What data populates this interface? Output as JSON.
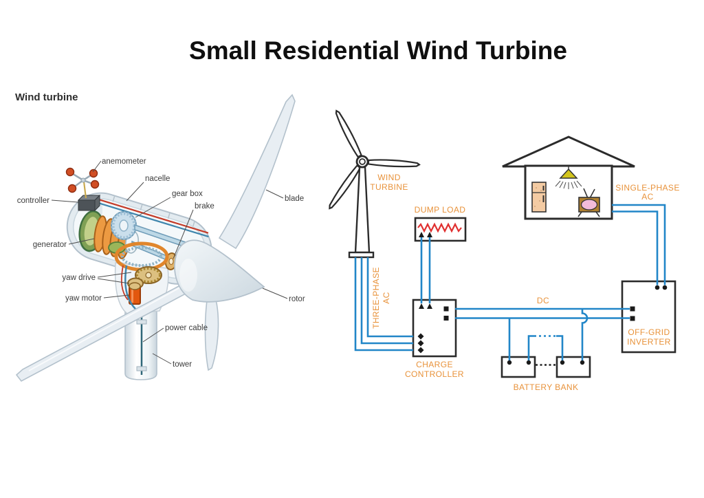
{
  "title": "Small Residential Wind Turbine",
  "illustration": {
    "heading": "Wind turbine",
    "labels": {
      "anemometer": "anemometer",
      "nacelle": "nacelle",
      "gear_box": "gear box",
      "brake": "brake",
      "controller": "controller",
      "generator": "generator",
      "yaw_drive": "yaw drive",
      "yaw_motor": "yaw motor",
      "blade": "blade",
      "rotor": "rotor",
      "power_cable": "power cable",
      "tower": "tower"
    }
  },
  "schematic": {
    "labels": {
      "wind_turbine_1": "WIND",
      "wind_turbine_2": "TURBINE",
      "dump_load": "DUMP LOAD",
      "three_phase_1": "THREE-PHASE",
      "three_phase_2": "AC",
      "charge_controller_1": "CHARGE",
      "charge_controller_2": "CONTROLLER",
      "dc": "DC",
      "battery_bank": "BATTERY BANK",
      "off_grid_1": "OFF-GRID",
      "off_grid_2": "INVERTER",
      "single_phase_1": "SINGLE-PHASE",
      "single_phase_2": "AC"
    },
    "colors": {
      "wire": "#2186c8",
      "label": "#e8923a",
      "resistor": "#e03030",
      "outline": "#2b2b2b"
    }
  }
}
